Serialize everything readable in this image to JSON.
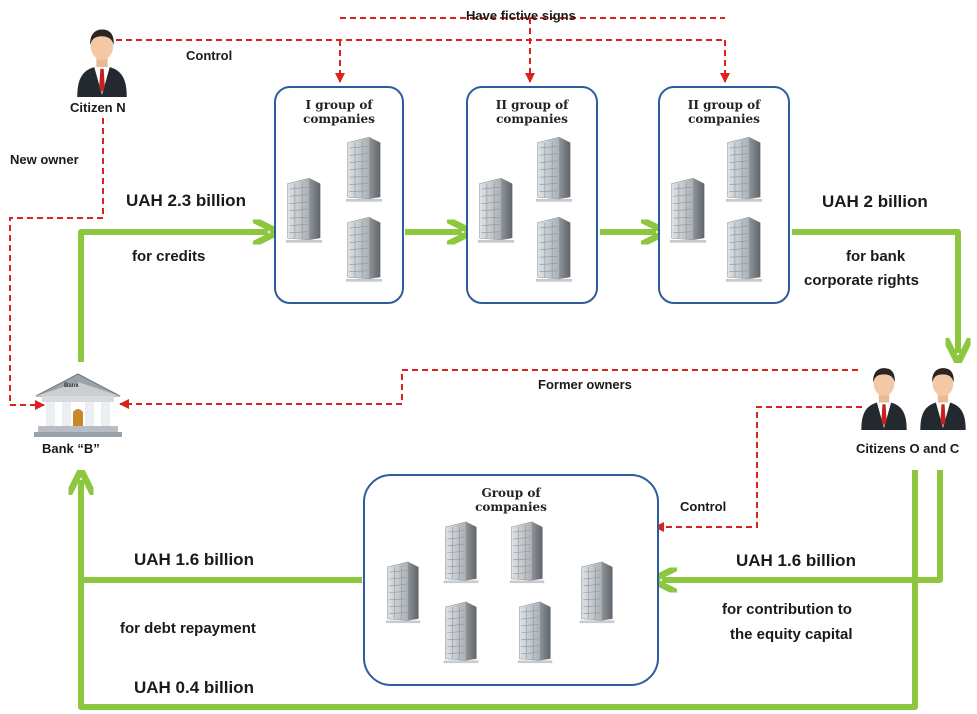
{
  "labels": {
    "have_fictive_signs": "Have fictive signs",
    "control_top": "Control",
    "citizen_n": "Citizen N",
    "new_owner": "New owner",
    "uah_23": "UAH 2.3 billion",
    "for_credits": "for credits",
    "uah_2": "UAH 2 billion",
    "for_bank_1": "for bank",
    "for_bank_2": "corporate rights",
    "former_owners": "Former owners",
    "bank_b": "Bank “B”",
    "citizens_oc": "Citizens O and C",
    "control_bottom": "Control",
    "uah_16_left": "UAH 1.6 billion",
    "for_debt": "for debt repayment",
    "uah_04": "UAH 0.4 billion",
    "uah_16_right": "UAH 1.6 billion",
    "contrib_1": "for contribution to",
    "contrib_2": "the equity capital",
    "bank_sign": "Bank"
  },
  "boxes": {
    "group1": "I group of companies",
    "group2": "II group of companies",
    "group3": "II group of companies",
    "group_bottom": "Group of companies"
  },
  "colors": {
    "money_flow": "#8dc63f",
    "control_flow": "#d9231f",
    "box_border": "#2e5d9e"
  }
}
